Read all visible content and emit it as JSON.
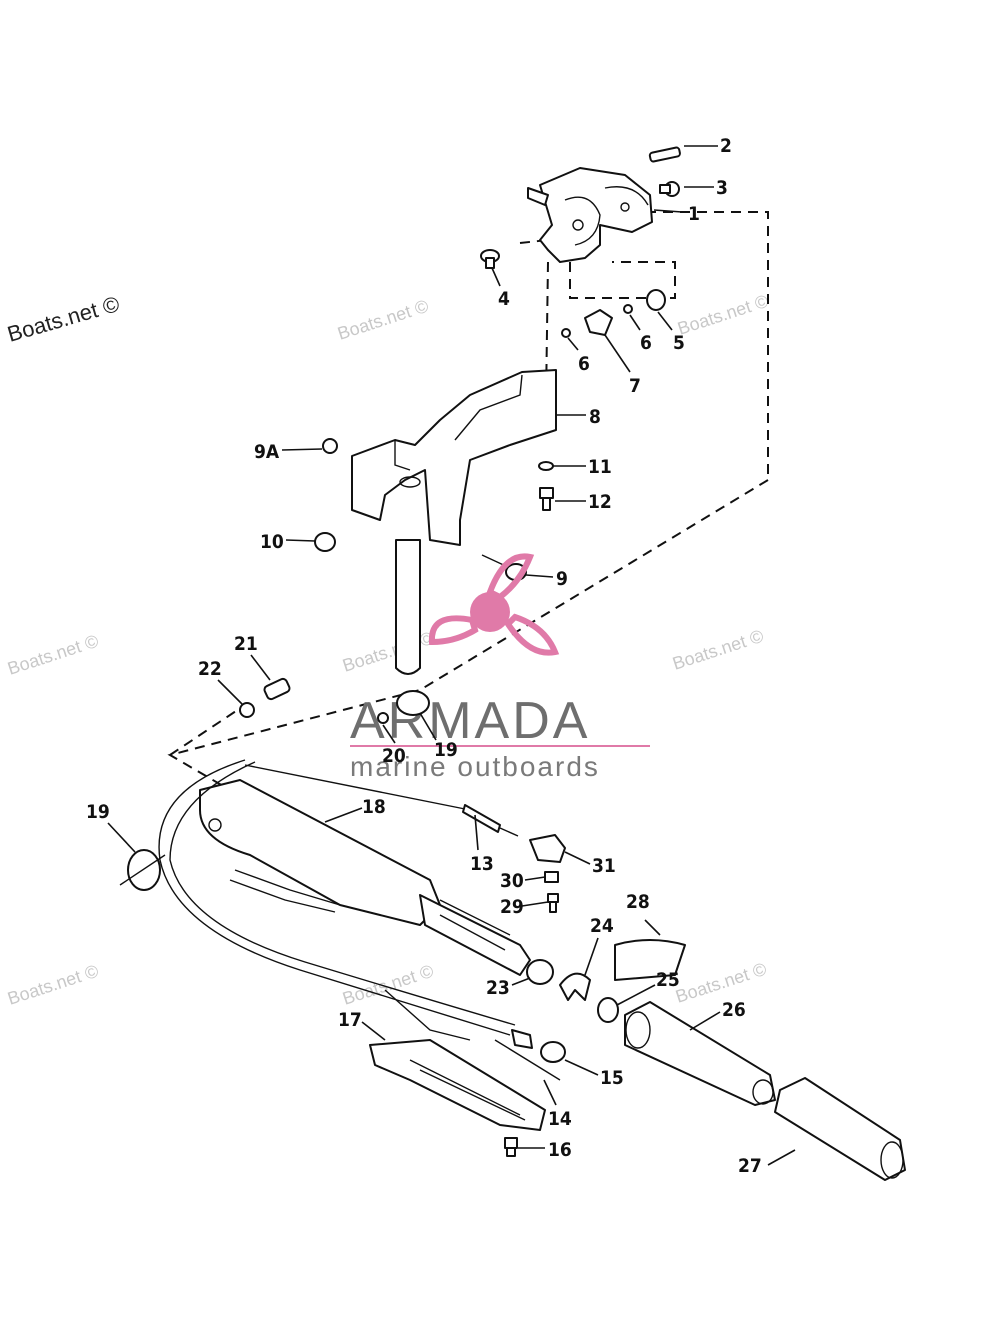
{
  "watermarks": {
    "primary": "Boats.net ©",
    "faint": "Boats.net ©"
  },
  "logo": {
    "name": "ARMADA",
    "tagline": "marine outboards",
    "accent_color": "#e07aa8",
    "text_color": "#6e6e6e"
  },
  "callouts": [
    {
      "id": "c1",
      "label": "1"
    },
    {
      "id": "c2",
      "label": "2"
    },
    {
      "id": "c3",
      "label": "3"
    },
    {
      "id": "c4",
      "label": "4"
    },
    {
      "id": "c5",
      "label": "5"
    },
    {
      "id": "c6a",
      "label": "6"
    },
    {
      "id": "c6b",
      "label": "6"
    },
    {
      "id": "c7",
      "label": "7"
    },
    {
      "id": "c8",
      "label": "8"
    },
    {
      "id": "c9",
      "label": "9"
    },
    {
      "id": "c9a",
      "label": "9A"
    },
    {
      "id": "c10",
      "label": "10"
    },
    {
      "id": "c11",
      "label": "11"
    },
    {
      "id": "c12",
      "label": "12"
    },
    {
      "id": "c13",
      "label": "13"
    },
    {
      "id": "c14",
      "label": "14"
    },
    {
      "id": "c15",
      "label": "15"
    },
    {
      "id": "c16",
      "label": "16"
    },
    {
      "id": "c17",
      "label": "17"
    },
    {
      "id": "c18",
      "label": "18"
    },
    {
      "id": "c19a",
      "label": "19"
    },
    {
      "id": "c19b",
      "label": "19"
    },
    {
      "id": "c20",
      "label": "20"
    },
    {
      "id": "c21",
      "label": "21"
    },
    {
      "id": "c22",
      "label": "22"
    },
    {
      "id": "c23",
      "label": "23"
    },
    {
      "id": "c24",
      "label": "24"
    },
    {
      "id": "c25",
      "label": "25"
    },
    {
      "id": "c26",
      "label": "26"
    },
    {
      "id": "c27",
      "label": "27"
    },
    {
      "id": "c28",
      "label": "28"
    },
    {
      "id": "c29",
      "label": "29"
    },
    {
      "id": "c30",
      "label": "30"
    },
    {
      "id": "c31",
      "label": "31"
    }
  ]
}
